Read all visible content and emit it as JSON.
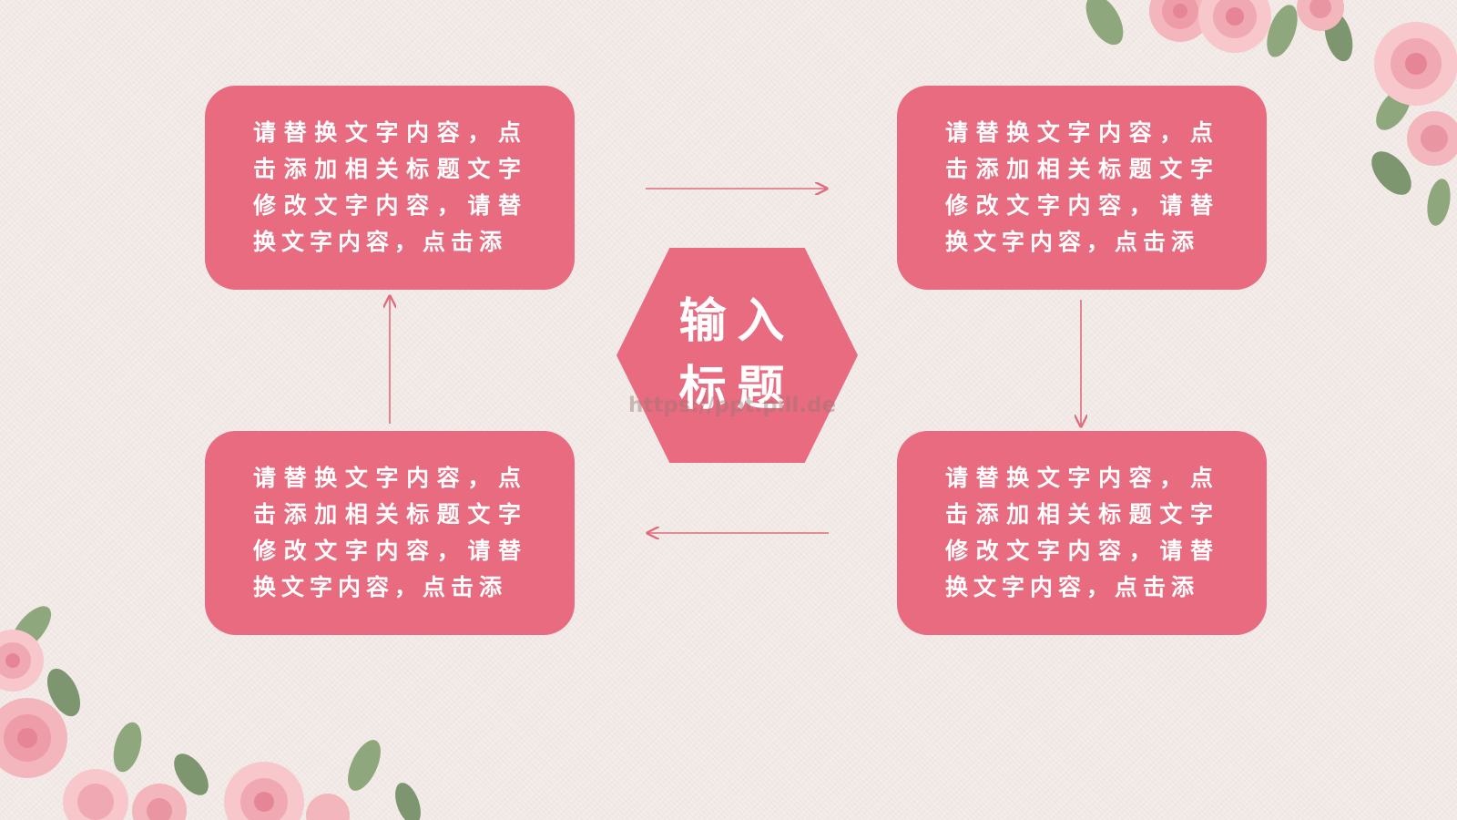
{
  "diagram": {
    "center_title_line1": "输入",
    "center_title_line2": "标题",
    "boxes": [
      {
        "position": "top-left",
        "text": "请替换文字内容，点击添加相关标题文字修改文字内容，请替换文字内容，点击添"
      },
      {
        "position": "top-right",
        "text": "请替换文字内容，点击添加相关标题文字修改文字内容，请替换文字内容，点击添"
      },
      {
        "position": "bottom-left",
        "text": "请替换文字内容，点击添加相关标题文字修改文字内容，请替换文字内容，点击添"
      },
      {
        "position": "bottom-right",
        "text": "请替换文字内容，点击添加相关标题文字修改文字内容，请替换文字内容，点击添"
      }
    ],
    "flow": [
      "top-left → top-right",
      "top-right → bottom-right",
      "bottom-right → bottom-left",
      "bottom-left → top-left"
    ]
  },
  "watermark": "https://ppt.pill.de",
  "colors": {
    "box_fill": "#e86b80",
    "arrow": "#e06a7e",
    "text": "#ffffff",
    "background": "#f3ece9",
    "flower_pink": "#f4b6bd",
    "leaf_green": "#8fa77d"
  },
  "decorations": [
    "rose-cluster-top-right",
    "rose-cluster-bottom-left"
  ]
}
